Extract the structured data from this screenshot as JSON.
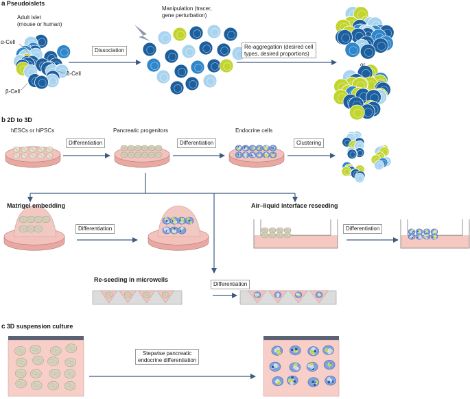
{
  "panel_a": {
    "letter": "a",
    "title": "Pseudoislets",
    "islet_label": "Adult islet\n(mouse or human)",
    "alpha_cell": "α-Cell",
    "delta_cell": "δ-Cell",
    "beta_cell": "β-Cell",
    "dissociation": "Dissociation",
    "manipulation": "Manipulation (tracer,\ngene perturbation)",
    "reaggregation": "Re-aggregation (desired cell\ntypes, desired proportions)",
    "or": "or"
  },
  "panel_b": {
    "letter": "b",
    "title": "2D to 3D",
    "hescs": "hESCs or hiPSCs",
    "progenitors": "Pancreatic progenitors",
    "endocrine": "Endocrine cells",
    "differentiation": "Differentiation",
    "clustering": "Clustering",
    "matrigel": "Matrigel embedding",
    "ali": "Air–liquid interface reseeding",
    "microwells": "Re-seeding in microwells"
  },
  "panel_c": {
    "letter": "c",
    "title": "3D suspension culture",
    "stepwise": "Stepwise pancreatic\nendocrine differentiation"
  },
  "colors": {
    "beta_dark": "#1b5f9e",
    "beta_mid": "#2f86c9",
    "alpha_light": "#a9d4ef",
    "delta_yellow": "#c2d52f",
    "dish_pink": "#f4c2bd",
    "progenitor_beige": "#d8d3bd",
    "arrow": "#3d5a80"
  }
}
